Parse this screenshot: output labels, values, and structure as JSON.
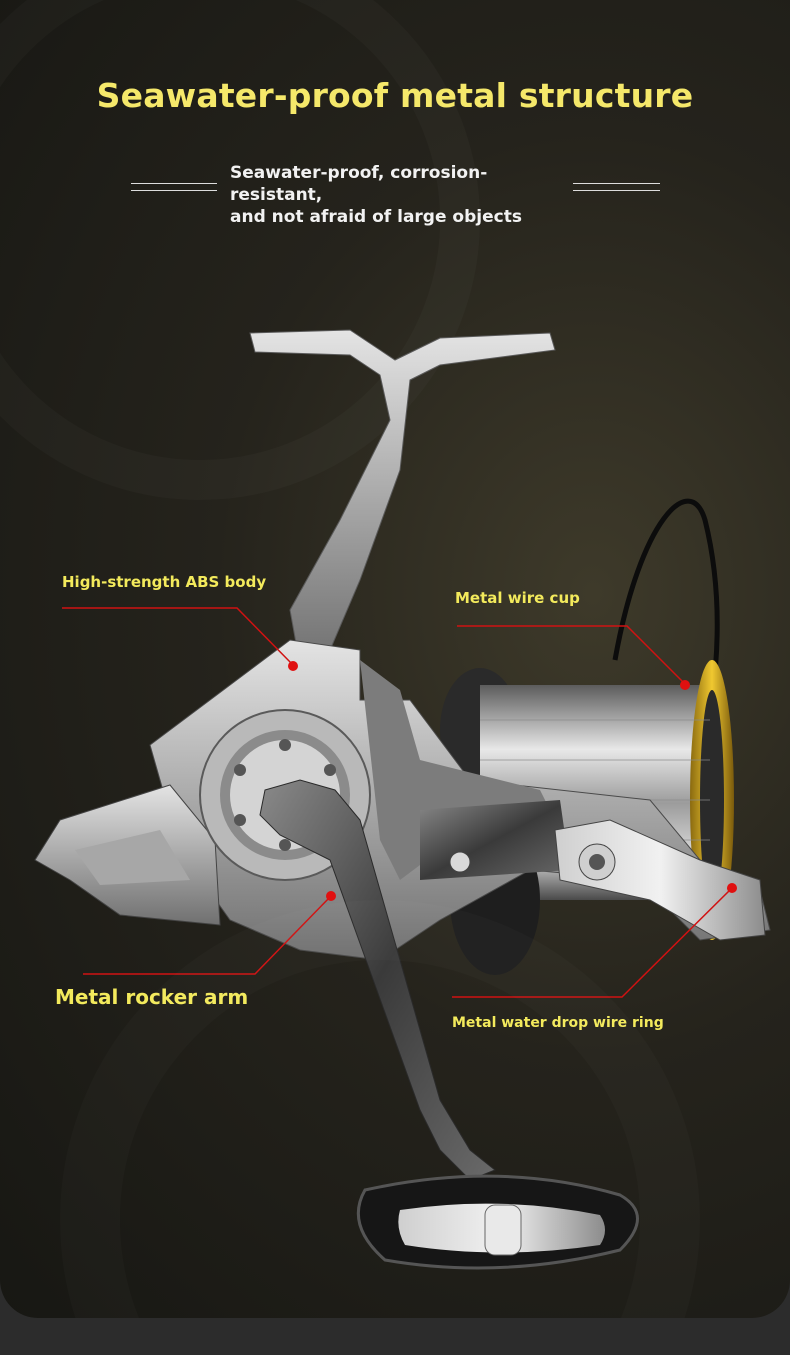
{
  "header": {
    "title": "Seawater-proof metal structure",
    "subtitle_line1": "Seawater-proof, corrosion-resistant,",
    "subtitle_line2": "and not afraid of large objects"
  },
  "callouts": {
    "abs_body": "High-strength ABS body",
    "wire_cup": "Metal wire cup",
    "rocker_arm": "Metal rocker arm",
    "water_drop_ring": "Metal water drop wire ring"
  },
  "colors": {
    "title": "#f5e86a",
    "callout_text": "#f3ea5c",
    "leader_line": "#d01212",
    "background": "#1e1d18"
  }
}
